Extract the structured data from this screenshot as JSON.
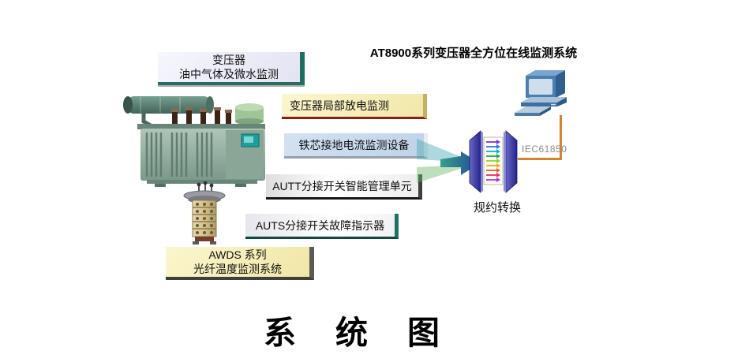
{
  "header": {
    "title": "AT8900系列变压器全方位在线监测系统"
  },
  "boxes": [
    {
      "line1": "变压器",
      "line2": "油中气体及微水监测"
    },
    {
      "label": "变压器局部放电监测"
    },
    {
      "label": "铁芯接地电流监测设备"
    },
    {
      "label": "AUTT分接开关智能管理单元"
    },
    {
      "label": "AUTS分接开关故障指示器"
    },
    {
      "line1": "AWDS 系列",
      "line2": "光纤温度监测系统"
    }
  ],
  "converter": {
    "label": "规约转换",
    "protocol": "IEC61850"
  },
  "footer": {
    "caption": "系统图"
  },
  "icons": {
    "transformer": "transformer-photo-icon",
    "tap_changer": "tap-changer-photo-icon",
    "flow_arrow": "data-flow-arrow-icon",
    "converter": "protocol-converter-icon",
    "computer": "workstation-icon"
  },
  "colors": {
    "yellow_box": "#f6edb4",
    "blue_box": "#c9d9ec",
    "lavender_box": "#e9e9f6",
    "teal_shadow": "#1c7265",
    "maroon_shadow": "#8c1f15",
    "gray_shadow": "#3f3f3f",
    "connection_line": "#d9822b",
    "arrow_teal": "#2a8f8f",
    "arrow_green": "#5aa85a",
    "protocol_text": "#8a8a8a"
  }
}
